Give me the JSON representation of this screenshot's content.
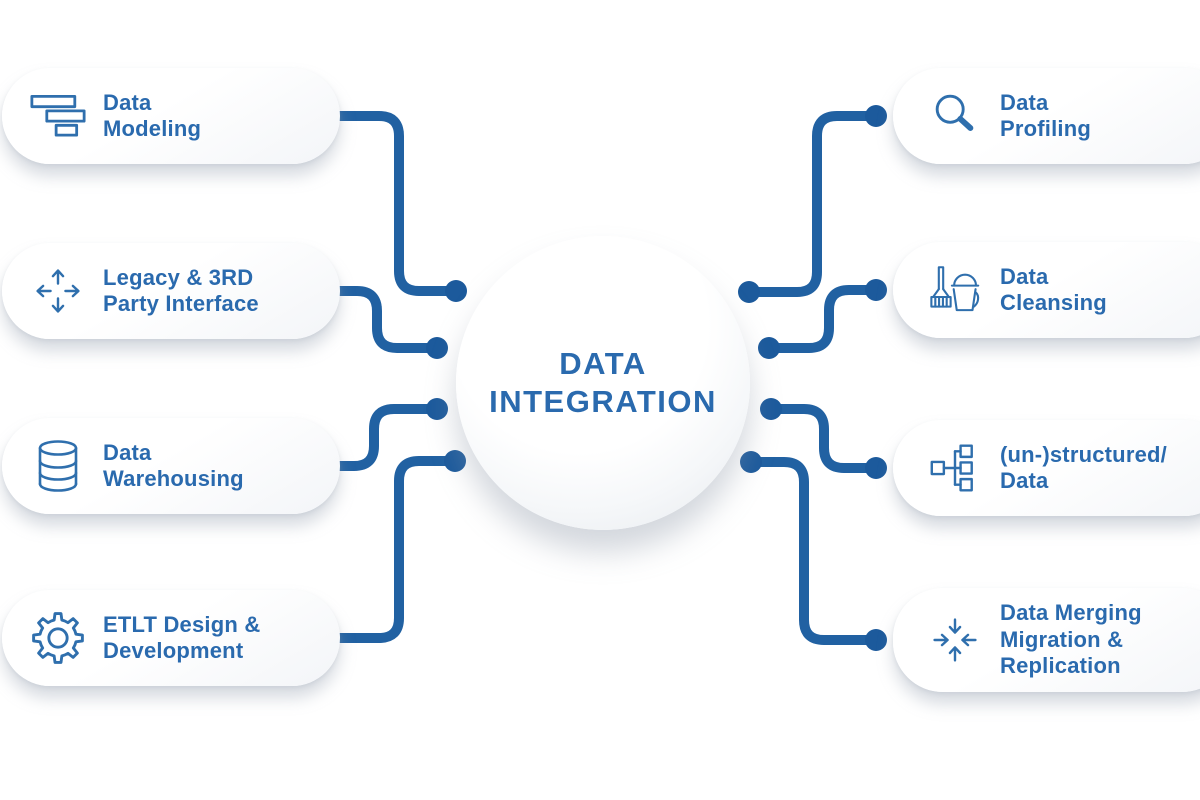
{
  "title": {
    "text": "DATA\nINTEGRATION"
  },
  "colors": {
    "connector_blue": "#2161a2",
    "dot_blue": "#1c5a9c",
    "text_blue": "#2a6aae",
    "icon_blue": "#2f6fad",
    "card_background": "#ffffff",
    "page_background": "#ffffff"
  },
  "left_items": [
    {
      "label": "Data\nModeling",
      "icon": "gantt-bars-icon"
    },
    {
      "label": "Legacy & 3RD\nParty Interface",
      "icon": "arrows-outward-icon"
    },
    {
      "label": "Data\nWarehousing",
      "icon": "database-icon"
    },
    {
      "label": "ETLT Design &\nDevelopment",
      "icon": "gear-icon"
    }
  ],
  "right_items": [
    {
      "label": "Data\nProfiling",
      "icon": "magnifier-icon"
    },
    {
      "label": "Data\nCleansing",
      "icon": "broom-bucket-icon"
    },
    {
      "label": "(un-)structured/\nData",
      "icon": "hierarchy-icon"
    },
    {
      "label": "Data Merging\nMigration &\nReplication",
      "icon": "merge-arrows-icon"
    }
  ]
}
